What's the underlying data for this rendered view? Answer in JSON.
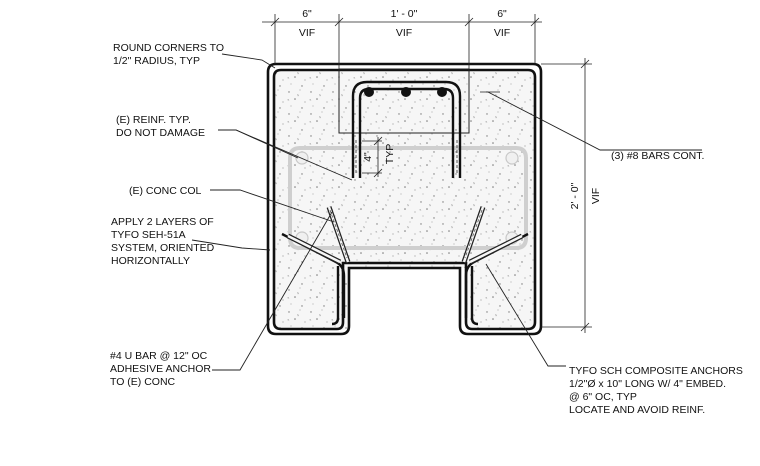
{
  "dimensions": {
    "top_left": "6\"",
    "top_mid": "1' - 0\"",
    "top_right": "6\"",
    "vif": "VIF",
    "right_height": "2' - 0\"",
    "right_vif": "VIF",
    "anchor_spacing": "4\"",
    "anchor_spacing_typ": "TYP"
  },
  "notes": {
    "round_corners": [
      "ROUND CORNERS TO",
      "1/2\" RADIUS, TYP"
    ],
    "reinf": [
      "(E) REINF. TYP.",
      "DO NOT DAMAGE"
    ],
    "conc_col": [
      "(E) CONC COL"
    ],
    "layers": [
      "APPLY 2 LAYERS OF",
      "TYFO SEH-51A",
      "SYSTEM, ORIENTED",
      "HORIZONTALLY"
    ],
    "u_bar": [
      "#4 U BAR @ 12\" OC",
      "ADHESIVE ANCHOR",
      "TO (E) CONC"
    ],
    "bars_cont": [
      "(3) #8 BARS CONT."
    ],
    "anchors": [
      "TYFO SCH COMPOSITE ANCHORS",
      "1/2\"Ø x 10\" LONG W/ 4\" EMBED.",
      "@ 6\" OC, TYP",
      "LOCATE AND AVOID REINF."
    ]
  }
}
